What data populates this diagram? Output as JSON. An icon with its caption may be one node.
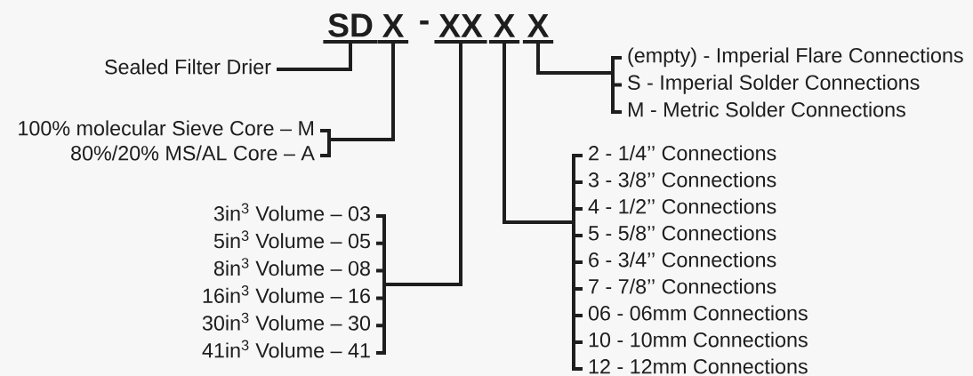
{
  "diagram": {
    "nodes": [
      {
        "text": [
          "SD"
        ]
      },
      {
        "text": [
          "X"
        ]
      },
      {
        "text": [
          "XX"
        ]
      },
      {
        "text": [
          "X"
        ]
      },
      {
        "text": [
          "X"
        ]
      },
      {
        "text": [
          "Sealed Filter Drier"
        ]
      },
      {
        "text": [
          "100% molecular Sieve Core – M"
        ]
      },
      {
        "text": [
          "80%/20% MS/AL Core – A"
        ]
      },
      {
        "text": [
          "3in$^{3}$ Volume – 03"
        ]
      },
      {
        "text": [
          "5in$^{3}$ Volume – 05"
        ]
      },
      {
        "text": [
          "8in$^{3}$ Volume – 08"
        ]
      },
      {
        "text": [
          "16in$^{3}$ Volume – 16"
        ]
      },
      {
        "text": [
          "30in$^{3}$ Volume – 30"
        ]
      },
      {
        "text": [
          "41in$^{3}$ Volume – 41"
        ]
      },
      {
        "text": [
          "(empty) - Imperial Flare Connections"
        ]
      },
      {
        "text": [
          "S - Imperial Solder Connections"
        ]
      },
      {
        "text": [
          "M - Metric Solder Connections"
        ]
      },
      {
        "text": [
          "2 - 1/4’’ Connections"
        ]
      },
      {
        "text": [
          "3 - 3/8’’ Connections"
        ]
      },
      {
        "text": [
          "4 - 1/2’’ Connections"
        ]
      },
      {
        "text": [
          "5 - 5/8’’ Connections"
        ]
      },
      {
        "text": [
          "6 - 3/4’’ Connections"
        ]
      },
      {
        "text": [
          "7 - 7/8’’ Connections"
        ]
      },
      {
        "text": [
          "06 - 06mm Connections"
        ]
      },
      {
        "text": [
          "10 - 10mm Connections"
        ]
      },
      {
        "text": [
          "12 - 12mm Connections"
        ]
      }
    ],
    "edges": [
      {
        "from": 0,
        "to": 5,
        "arrow": "none"
      },
      {
        "from": 1,
        "to": 6,
        "arrow": "none"
      },
      {
        "from": 1,
        "to": 7,
        "arrow": "none"
      },
      {
        "from": 2,
        "to": 8,
        "arrow": "none"
      },
      {
        "from": 2,
        "to": 9,
        "arrow": "none"
      },
      {
        "from": 2,
        "to": 10,
        "arrow": "none"
      },
      {
        "from": 2,
        "to": 11,
        "arrow": "none"
      },
      {
        "from": 2,
        "to": 12,
        "arrow": "none"
      },
      {
        "from": 2,
        "to": 13,
        "arrow": "none"
      },
      {
        "from": 4,
        "to": 14,
        "arrow": "none"
      },
      {
        "from": 4,
        "to": 15,
        "arrow": "none"
      },
      {
        "from": 4,
        "to": 16,
        "arrow": "none"
      },
      {
        "from": 3,
        "to": 17,
        "arrow": "none"
      },
      {
        "from": 3,
        "to": 18,
        "arrow": "none"
      },
      {
        "from": 3,
        "to": 19,
        "arrow": "none"
      },
      {
        "from": 3,
        "to": 20,
        "arrow": "none"
      },
      {
        "from": 3,
        "to": 21,
        "arrow": "none"
      },
      {
        "from": 3,
        "to": 22,
        "arrow": "none"
      },
      {
        "from": 3,
        "to": 23,
        "arrow": "none"
      },
      {
        "from": 3,
        "to": 24,
        "arrow": "none"
      },
      {
        "from": 3,
        "to": 25,
        "arrow": "none"
      }
    ],
    "labels": [
      "-"
    ]
  }
}
